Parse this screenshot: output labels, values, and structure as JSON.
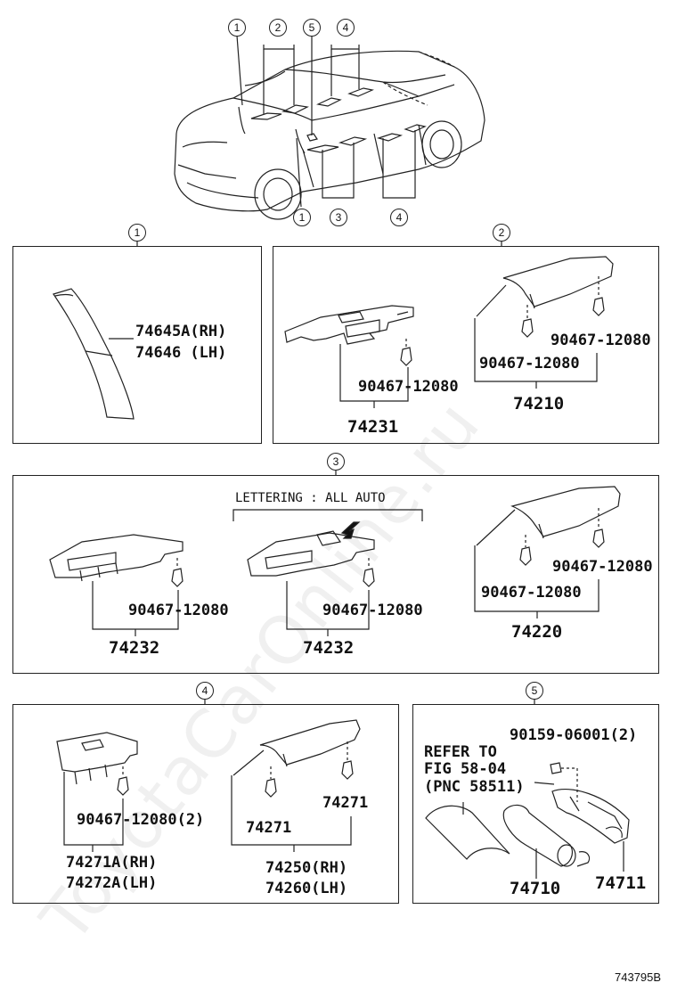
{
  "watermark": "ToyotaCarOnline.ru",
  "diagram_id": "743795B",
  "callouts": {
    "top": [
      "1",
      "2",
      "5",
      "4"
    ],
    "bottom": [
      "1",
      "3",
      "4"
    ],
    "panels": [
      "1",
      "2",
      "3",
      "4",
      "5"
    ]
  },
  "panel1": {
    "part_rh": "74645A(RH)",
    "part_lh": "74646 (LH)"
  },
  "panel2": {
    "clip_a": "90467-12080",
    "switch_base": "74231",
    "clip_b": "90467-12080",
    "clip_c": "90467-12080",
    "armrest": "74210"
  },
  "panel3": {
    "lettering_note": "LETTERING : ALL AUTO",
    "clip_a": "90467-12080",
    "base_a": "74232",
    "clip_b": "90467-12080",
    "base_b": "74232",
    "clip_c": "90467-12080",
    "clip_d": "90467-12080",
    "armrest": "74220"
  },
  "panel4": {
    "clip": "90467-12080(2)",
    "base_rh": "74271A(RH)",
    "base_lh": "74272A(LH)",
    "clip_a": "74271",
    "clip_b": "74271",
    "armrest_rh": "74250(RH)",
    "armrest_lh": "74260(LH)"
  },
  "panel5": {
    "screw": "90159-06001(2)",
    "refer_1": "REFER TO",
    "refer_2": "FIG 58-04",
    "refer_3": "(PNC 58511)",
    "part_a": "74710",
    "part_b": "74711"
  }
}
